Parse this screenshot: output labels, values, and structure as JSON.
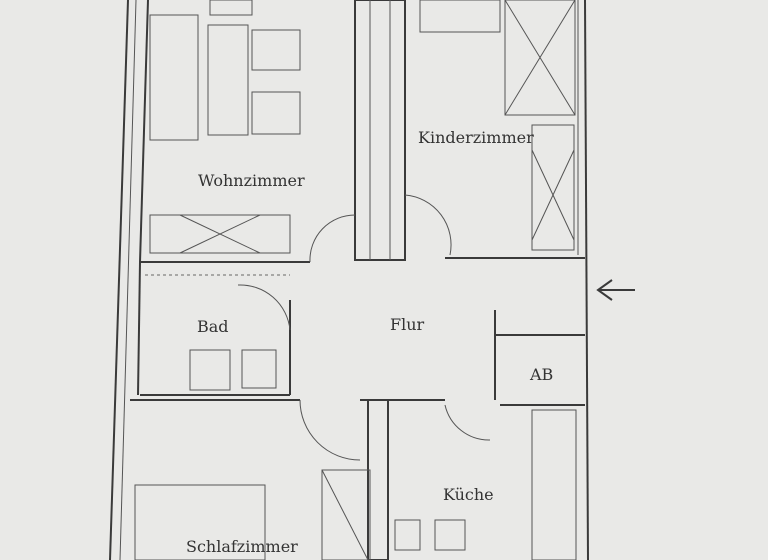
{
  "floor_plan": {
    "rooms": {
      "living_room": "Wohnzimmer",
      "childrens_room": "Kinderzimmer",
      "bathroom": "Bad",
      "hallway": "Flur",
      "storage": "AB",
      "kitchen": "Küche",
      "bedroom": "Schlafzimmer"
    },
    "entrance_marker": "arrow-left-icon",
    "colors": {
      "paper": "#e9e9e7",
      "ink": "#3a3a3a"
    }
  }
}
